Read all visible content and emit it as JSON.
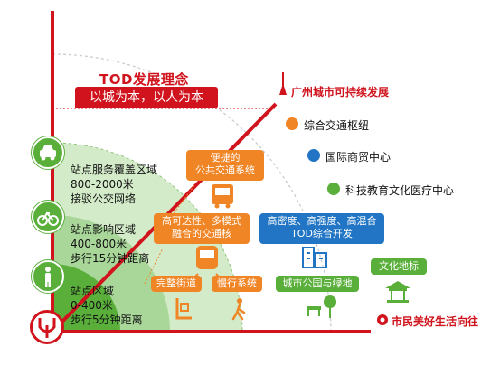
{
  "title": "TOD发展理念",
  "banner": "以城为本，以人为本",
  "city_goal": "广州城市可持续发展",
  "citizen_goal": "市民美好生活向往",
  "zones": [
    {
      "line1": "站点服务覆盖区域",
      "line2": "800-2000米",
      "line3": "接驳公交网络"
    },
    {
      "line1": "站点影响区域",
      "line2": "400-800米",
      "line3": "步行15分钟距离"
    },
    {
      "line1": "站点区域",
      "line2": "0-400米",
      "line3": "步行5分钟距离"
    }
  ],
  "boxes": {
    "transit": "便捷的\n公共交通系统",
    "hub": "高可达性、多模式\n融合的交通核",
    "street": "完整街道",
    "slow": "慢行系统",
    "tod": "高密度、高强度、高混合\nTOD综合开发",
    "park": "城市公园与绿地",
    "landmark": "文化地标"
  },
  "goals": [
    {
      "label": "综合交通枢纽",
      "color": "#f08526"
    },
    {
      "label": "国际商贸中心",
      "color": "#2175c4"
    },
    {
      "label": "科技教育文化医疗中心",
      "color": "#5aaf3b"
    }
  ],
  "colors": {
    "red": "#d0131c",
    "orange": "#f08526",
    "green": "#5aaf3b",
    "blue": "#2175c4"
  }
}
